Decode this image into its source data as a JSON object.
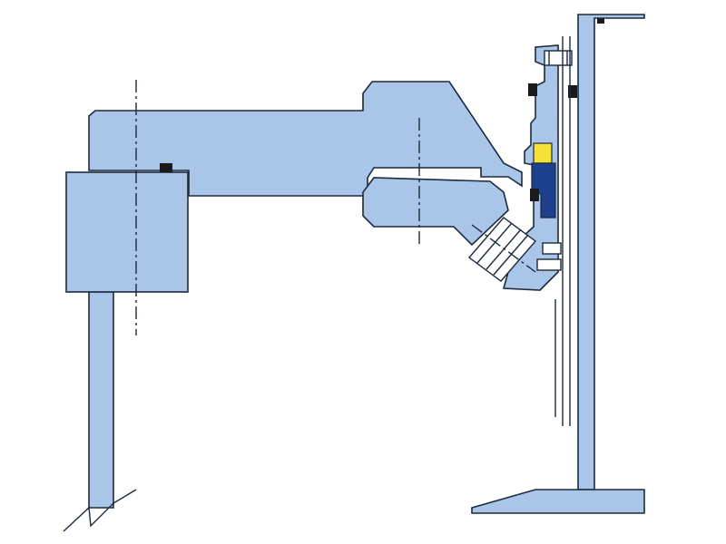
{
  "diagram": {
    "kind": "mechanical-cross-section",
    "colors": {
      "part_fill": "#a9c6e8",
      "outline": "#1c2a3c",
      "seal_black": "#1a1a1a",
      "seal_navy": "#1f3f8f",
      "insert_yellow": "#f4e23a",
      "white": "#ffffff"
    },
    "components": [
      "arm",
      "support-column",
      "pedestal-block",
      "vertical-shaft",
      "bearing-housing",
      "tapered-roller-bearing",
      "yellow-insert",
      "navy-seal-ring",
      "o-ring-seals",
      "base-plate"
    ]
  }
}
